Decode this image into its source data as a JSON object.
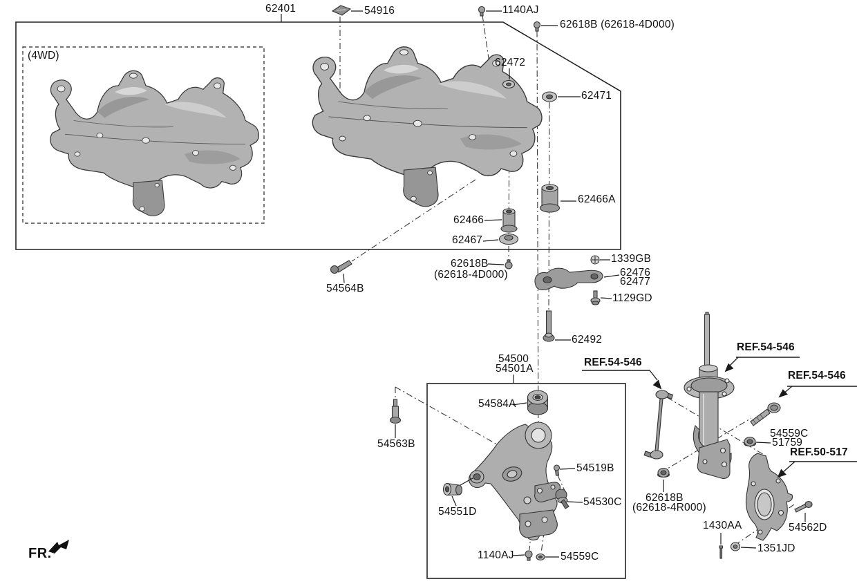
{
  "diagram": {
    "kind": "automotive parts exploded diagram",
    "subject": "front suspension crossmember and lower control arm",
    "variant_note": "(4WD)",
    "direction_marker": "FR.",
    "line_color": "#1a1a1a",
    "part_fill_color": "#b0b0b0",
    "background_color": "#ffffff"
  },
  "callouts": {
    "crossmember": "62401",
    "shim": "54916",
    "bolt_1140aj_top": "1140AJ",
    "bolt_62618b_top": "62618B (62618-4D000)",
    "washer_62472": "62472",
    "washer_62471": "62471",
    "bushing_62466a": "62466A",
    "bushing_62466": "62466",
    "washer_62467": "62467",
    "bolt_62618b_mid_line1": "62618B",
    "bolt_62618b_mid_line2": "(62618-4D000)",
    "bolt_54564b": "54564B",
    "nut_1339gb": "1339GB",
    "bracket_62476": "62476",
    "bracket_62477": "62477",
    "bolt_1129gd": "1129GD",
    "bolt_62492": "62492",
    "arm_54500": "54500",
    "arm_54501a": "54501A",
    "ref_stab_link": "REF.54-546",
    "ref_strut": "REF.54-546",
    "ref_strut_bolt": "REF.54-546",
    "ref_knuckle": "REF.50-517",
    "bushing_54584a": "54584A",
    "bolt_54563b": "54563B",
    "bolt_54519b": "54519B",
    "balljoint_54530c": "54530C",
    "bushing_54551d": "54551D",
    "bolt_1140aj_bottom": "1140AJ",
    "washer_54559c_bottom": "54559C",
    "nut_54559c_right": "54559C",
    "nut_51759": "51759",
    "nut_62618b_right_line1": "62618B",
    "nut_62618b_right_line2": "(62618-4R000)",
    "pin_1430aa": "1430AA",
    "washer_1351jd": "1351JD",
    "bolt_54562d": "54562D",
    "variant_note": "(4WD)",
    "direction_marker": "FR."
  }
}
